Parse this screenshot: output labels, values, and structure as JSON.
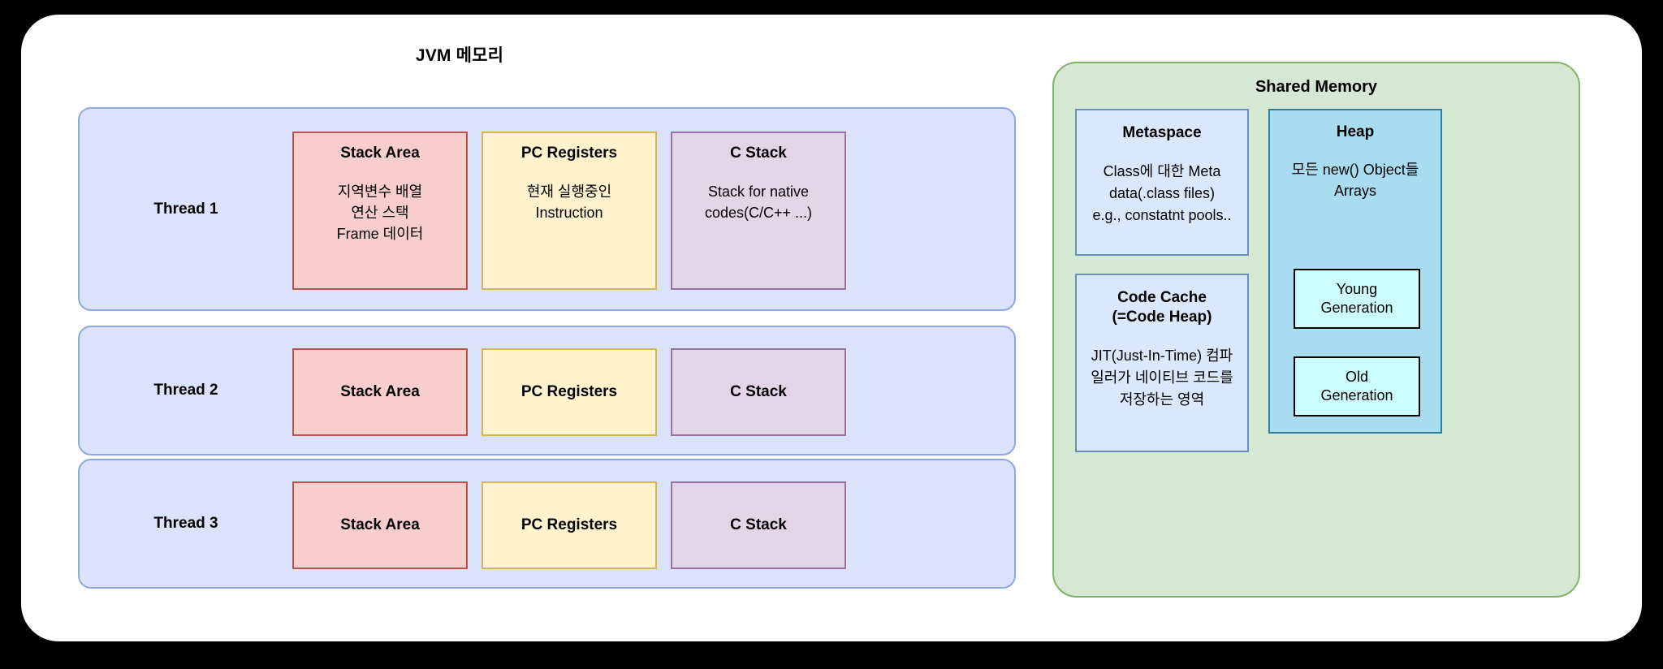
{
  "diagram": {
    "title": "JVM 메모리",
    "threads": [
      {
        "label": "Thread 1",
        "boxes": [
          {
            "title": "Stack Area",
            "desc": "지역변수 배열\n연산 스택\nFrame 데이터"
          },
          {
            "title": "PC Registers",
            "desc": "현재 실행중인\nInstruction"
          },
          {
            "title": "C Stack",
            "desc": "Stack for native\ncodes(C/C++ ...)"
          }
        ]
      },
      {
        "label": "Thread 2",
        "boxes": [
          {
            "title": "Stack Area",
            "desc": ""
          },
          {
            "title": "PC Registers",
            "desc": ""
          },
          {
            "title": "C Stack",
            "desc": ""
          }
        ]
      },
      {
        "label": "Thread 3",
        "boxes": [
          {
            "title": "Stack Area",
            "desc": ""
          },
          {
            "title": "PC Registers",
            "desc": ""
          },
          {
            "title": "C Stack",
            "desc": ""
          }
        ]
      }
    ],
    "shared_memory": {
      "title": "Shared Memory",
      "metaspace": {
        "title": "Metaspace",
        "desc": "Class에 대한 Meta\ndata(.class files)\ne.g., constatnt pools.."
      },
      "code_cache": {
        "title": "Code Cache\n(=Code Heap)",
        "desc": "JIT(Just-In-Time) 컴파\n일러가 네이티브 코드를\n저장하는 영역"
      },
      "heap": {
        "title": "Heap",
        "desc": "모든 new() Object들\nArrays",
        "young_generation": "Young\nGeneration",
        "old_generation": "Old\nGeneration"
      }
    },
    "colors": {
      "background": "#000000",
      "card": "#ffffff",
      "thread_fill": "#dae3fa",
      "thread_border": "#8fa9dd",
      "stack_area_fill": "#f8cecc",
      "stack_area_border": "#b85450",
      "pc_registers_fill": "#fff2cc",
      "pc_registers_border": "#d6b656",
      "c_stack_fill": "#e1d5e7",
      "c_stack_border": "#9673a6",
      "shared_fill": "#d5e8d4",
      "shared_border": "#82b366",
      "metaspace_fill": "#dae8fc",
      "metaspace_border": "#6c8ebf",
      "heap_fill": "#a8dcf0",
      "heap_border": "#2d7f9d",
      "generation_fill": "#ccfdff",
      "generation_border": "#000000"
    }
  }
}
